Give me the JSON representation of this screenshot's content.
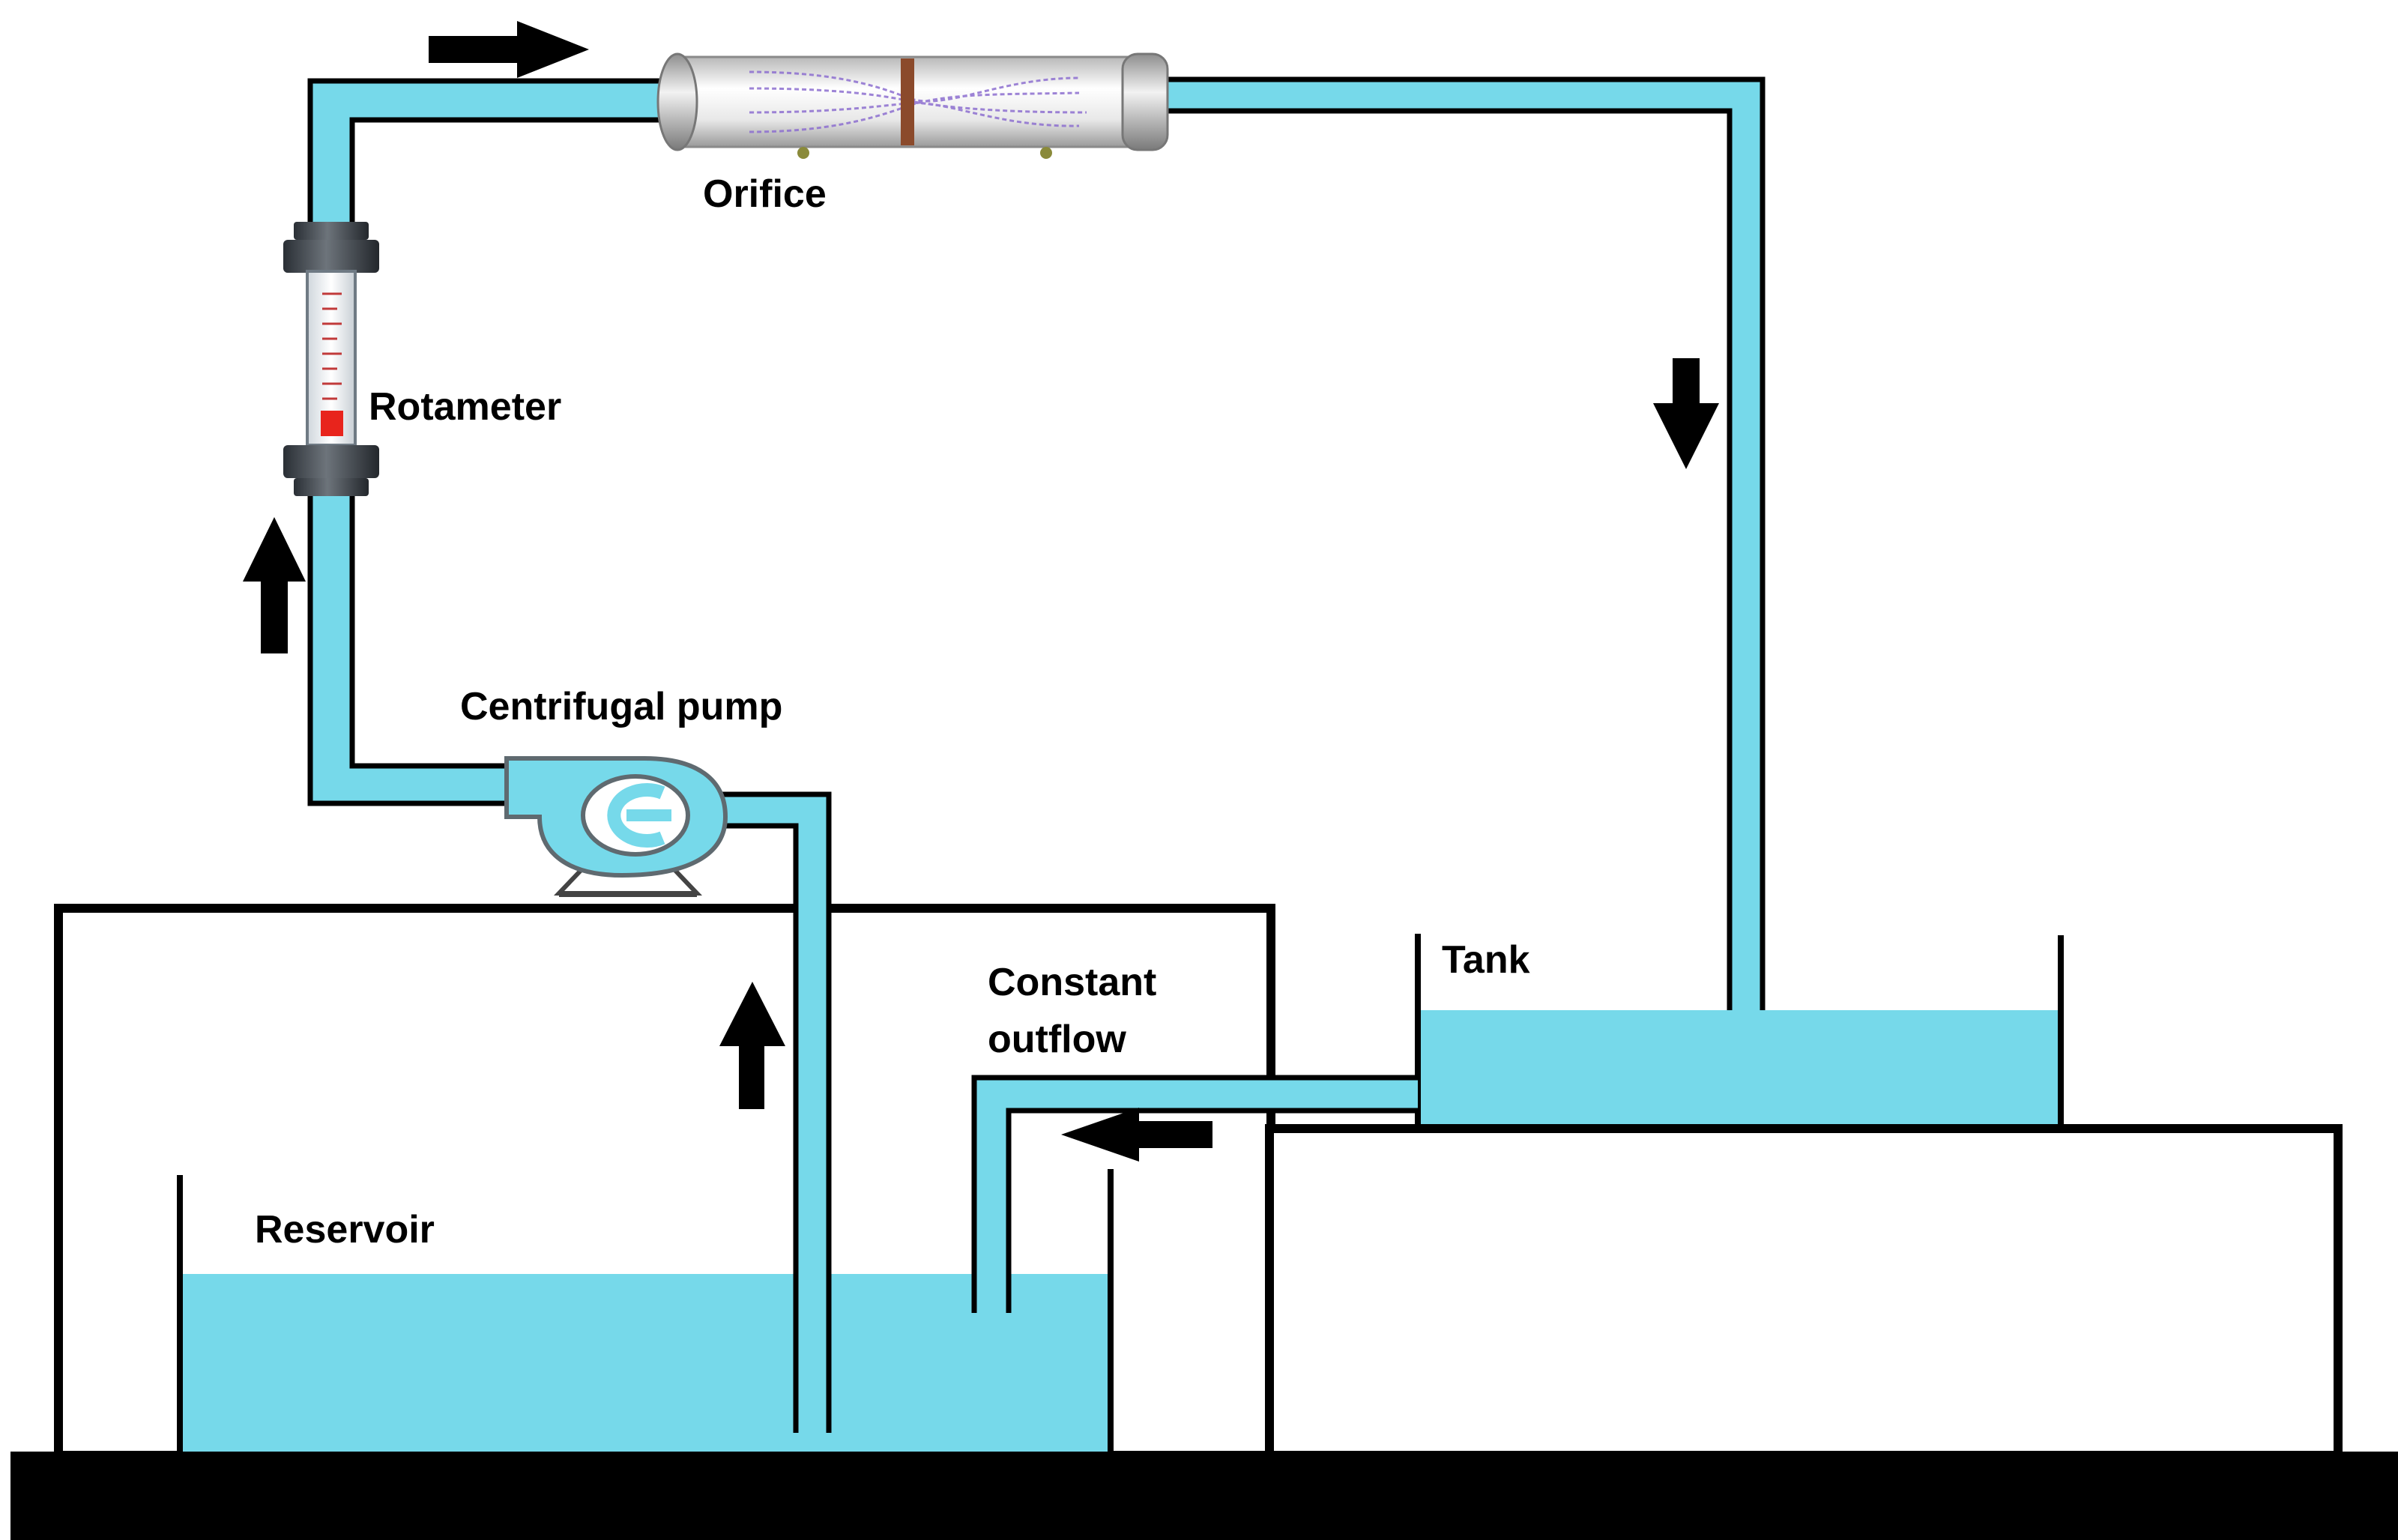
{
  "labels": {
    "orifice": "Orifice",
    "rotameter": "Rotameter",
    "centrifugal_pump": "Centrifugal pump",
    "tank": "Tank",
    "constant_outflow_line1": "Constant",
    "constant_outflow_line2": "outflow",
    "reservoir": "Reservoir"
  },
  "colors": {
    "water": "#76d9ea",
    "outline": "#000000",
    "background": "#ffffff",
    "orifice_body": "#e6e6e6",
    "orifice_plate": "#8b4a2b",
    "rotameter_float": "#e8241c",
    "tap_point": "#8a8a3a"
  },
  "icons": {
    "flow_arrow": "block-arrow-icon"
  }
}
